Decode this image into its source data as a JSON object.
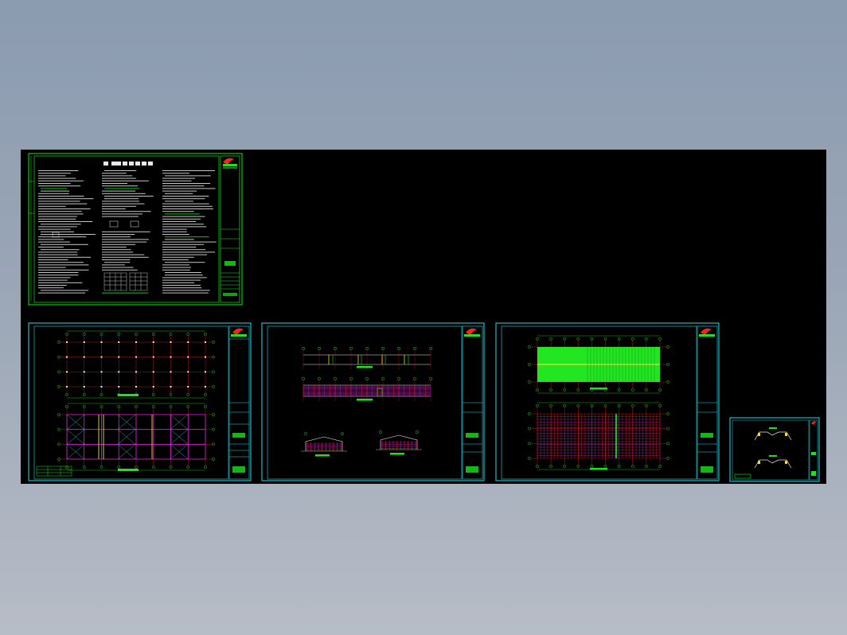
{
  "viewer": {
    "background": "#8b9bb0",
    "canvas_color": "#000000"
  },
  "colors": {
    "frame_green": "#19e619",
    "frame_cyan": "#1ee0f0",
    "grid_yellow": "#f0e020",
    "member_magenta": "#e020e0",
    "member_red": "#ff2020",
    "fill_green": "#22e622",
    "text_white": "#e8e8e8",
    "text_cyan": "#28d8ff"
  },
  "sheets": [
    {
      "id": "sheet-1",
      "content": "notes",
      "border": "green",
      "title_block_logo": "red-swoosh-logo-icon"
    },
    {
      "id": "sheet-2",
      "content": "plans",
      "border": "cyan",
      "title_block_logo": "red-swoosh-logo-icon"
    },
    {
      "id": "sheet-3",
      "content": "elevations-sections",
      "border": "cyan",
      "title_block_logo": "red-swoosh-logo-icon"
    },
    {
      "id": "sheet-4",
      "content": "roof-wall-plans",
      "border": "cyan",
      "title_block_logo": "red-swoosh-logo-icon"
    },
    {
      "id": "sheet-5",
      "content": "details",
      "border": "cyan",
      "title_block_logo": "red-swoosh-logo-icon"
    }
  ]
}
